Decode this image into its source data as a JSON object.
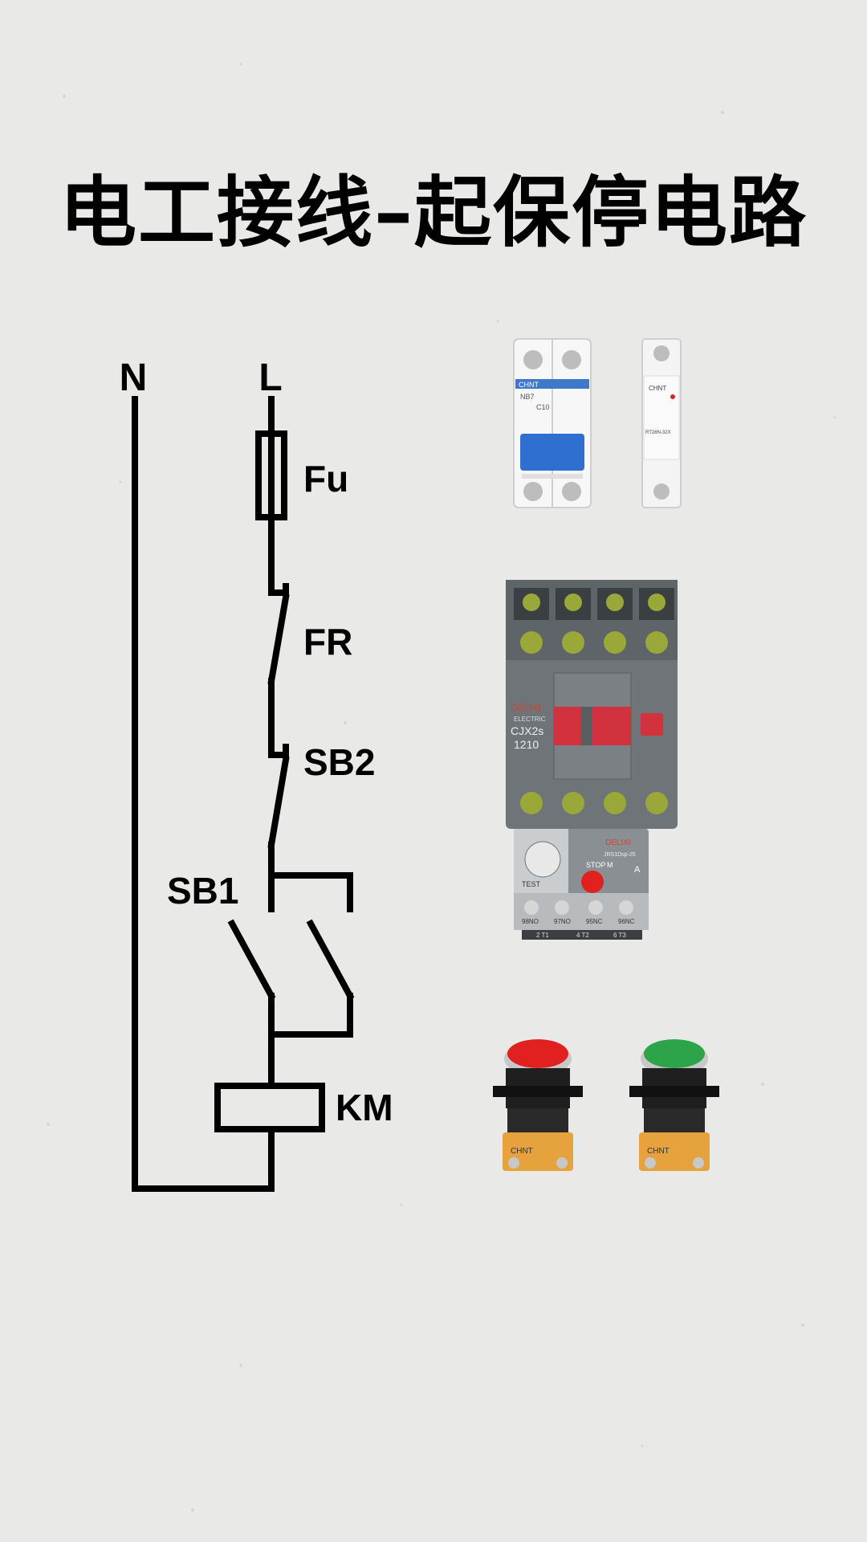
{
  "title": "电工接线–起保停电路",
  "diagram": {
    "rails": {
      "neutral": "N",
      "line": "L"
    },
    "components": {
      "fuse": "Fu",
      "thermal_relay": "FR",
      "stop_button": "SB2",
      "start_button": "SB1",
      "coil": "KM"
    }
  },
  "photos": {
    "breaker": {
      "brand": "CHNT",
      "model": "NB7",
      "rating": "C10"
    },
    "fuse_holder": {
      "brand": "CHNT",
      "model": "RT28N-32X"
    },
    "contactor": {
      "brand": "DELIXI",
      "sub": "ELECTRIC",
      "model": "CJX2s",
      "rating": "1210"
    },
    "overload_relay": {
      "brand": "DELIXI",
      "model": "JRS1Dsp-25",
      "stop_label": "STOP",
      "test_label": "TEST",
      "mode_label": "M",
      "auto_label": "A",
      "terminals": [
        "98NO",
        "97NO",
        "95NC",
        "96NC"
      ],
      "bottom_nums": [
        "2 T1",
        "4 T2",
        "6 T3"
      ]
    },
    "buttons": [
      {
        "color": "red",
        "brand": "CHNT"
      },
      {
        "color": "green",
        "brand": "CHNT"
      }
    ]
  },
  "colors": {
    "background": "#e9e9e7",
    "ink": "#000000",
    "contactor_body": "#6f7478",
    "accent_red": "#d2323d",
    "button_green": "#2ea44a",
    "button_red": "#e12020",
    "base_orange": "#e6a23c"
  }
}
